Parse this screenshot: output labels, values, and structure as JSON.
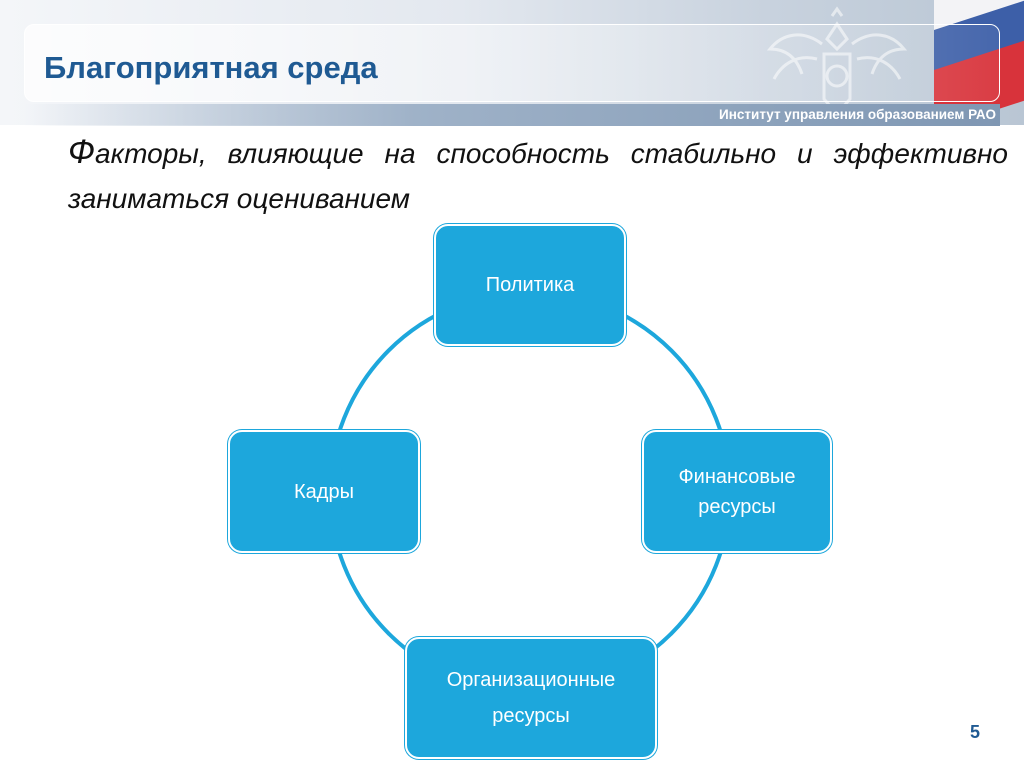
{
  "header": {
    "title": "Благоприятная среда",
    "institute": "Институт управления образованием РАО"
  },
  "lead": {
    "first_letter": "Ф",
    "rest": "акторы, влияющие на способность стабильно и эффективно заниматься оцениванием"
  },
  "diagram": {
    "nodes": [
      {
        "id": "politics",
        "label": "Политика"
      },
      {
        "id": "finance",
        "label": "Финансовые ресурсы"
      },
      {
        "id": "org",
        "label": "Организационные ресурсы"
      },
      {
        "id": "staff",
        "label": "Кадры"
      }
    ],
    "colors": {
      "node": "#1da7dc",
      "connector": "#1da7dc"
    }
  },
  "footer": {
    "page_number": "5"
  }
}
